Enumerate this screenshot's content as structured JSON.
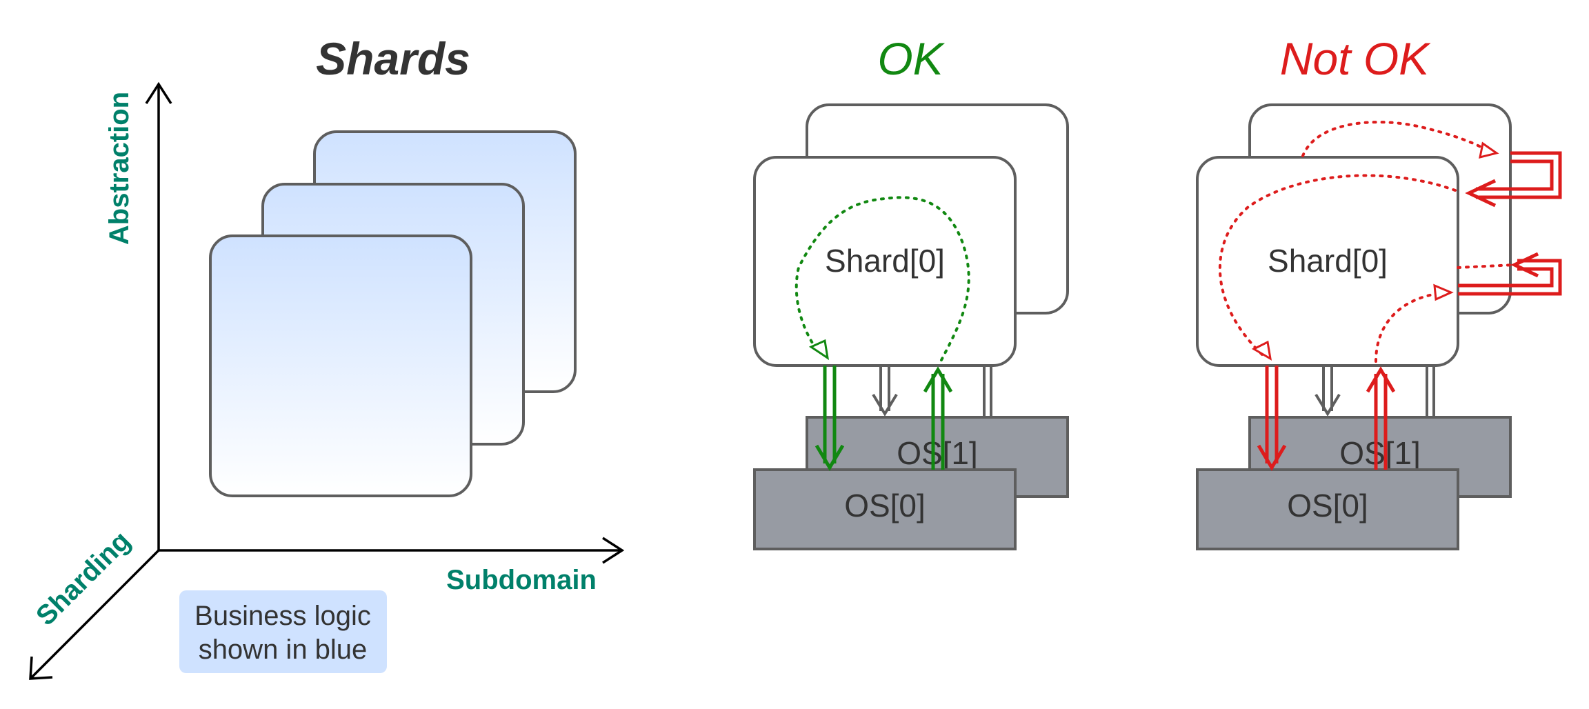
{
  "shards_panel": {
    "title": "Shards",
    "axes": {
      "vertical": "Abstraction",
      "horizontal": "Subdomain",
      "diagonal": "Sharding"
    },
    "legend": {
      "line1": "Business logic",
      "line2": "shown in blue"
    },
    "card_fill_top": "#cfe2ff",
    "card_fill_bottom": "#ffffff"
  },
  "ok_panel": {
    "title": "OK",
    "color": "#118811",
    "shard_label": "Shard[0]",
    "os_back_label": "OS[1]",
    "os_front_label": "OS[0]"
  },
  "not_ok_panel": {
    "title": "Not OK",
    "color": "#dd1c1c",
    "shard_label": "Shard[0]",
    "os_back_label": "OS[1]",
    "os_front_label": "OS[0]"
  },
  "colors": {
    "outline": "#5e5e5e",
    "os_fill": "#979ba3",
    "title_dark": "#333333"
  }
}
